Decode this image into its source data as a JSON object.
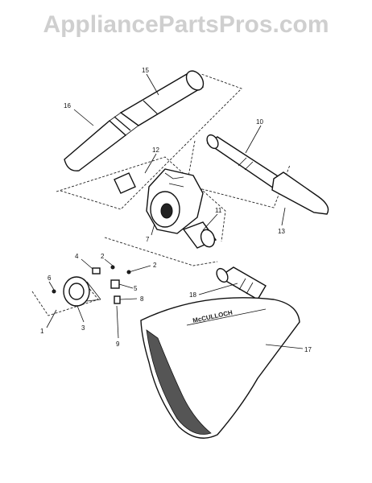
{
  "watermark": "AppliancePartsPros.com",
  "callouts": [
    {
      "id": "c15",
      "text": "15"
    },
    {
      "id": "c16",
      "text": "16"
    },
    {
      "id": "c10",
      "text": "10"
    },
    {
      "id": "c12",
      "text": "12"
    },
    {
      "id": "c11",
      "text": "11"
    },
    {
      "id": "c7",
      "text": "7"
    },
    {
      "id": "c13",
      "text": "13"
    },
    {
      "id": "c4",
      "text": "4"
    },
    {
      "id": "c2a",
      "text": "2"
    },
    {
      "id": "c2b",
      "text": "2"
    },
    {
      "id": "c6",
      "text": "6"
    },
    {
      "id": "c5",
      "text": "5"
    },
    {
      "id": "c8",
      "text": "8"
    },
    {
      "id": "c18",
      "text": "18"
    },
    {
      "id": "c1",
      "text": "1"
    },
    {
      "id": "c3",
      "text": "3"
    },
    {
      "id": "c9",
      "text": "9"
    },
    {
      "id": "c17",
      "text": "17"
    }
  ],
  "bag_brand": "McCULLOCH"
}
